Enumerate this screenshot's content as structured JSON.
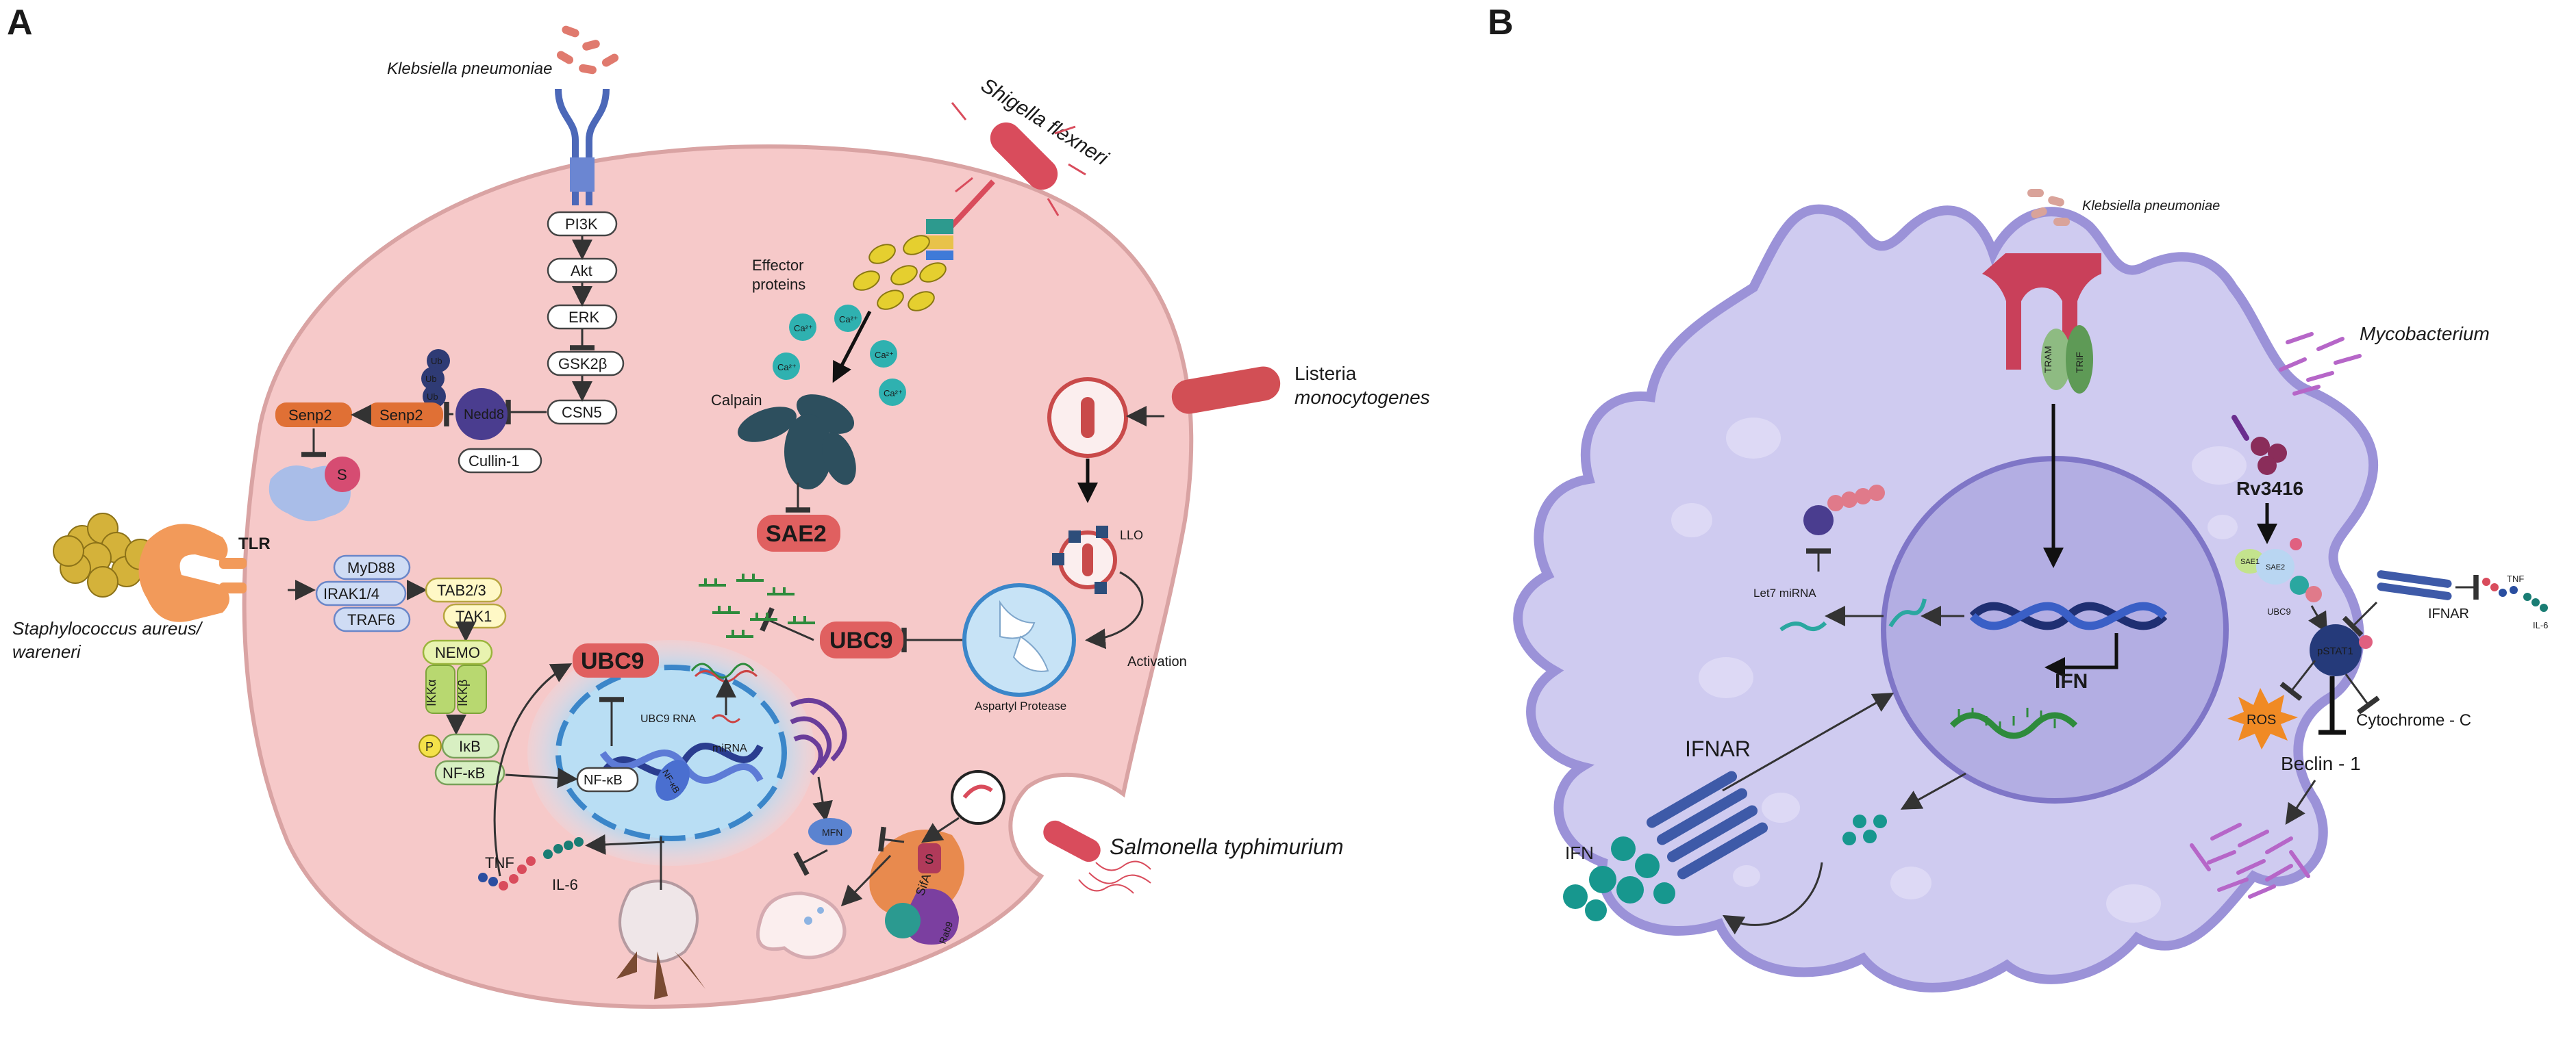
{
  "panel_a": {
    "letter": "A",
    "klebsiella": "Klebsiella pneumoniae",
    "shigella": "Shigella flexneri",
    "listeria_line1": "Listeria",
    "listeria_line2": "monocytogenes",
    "salmonella": "Salmonella typhimurium",
    "staph_line1": "Staphylococcus aureus/",
    "staph_line2": "wareneri",
    "tlr": "TLR",
    "pathway": [
      "PI3K",
      "Akt",
      "ERK",
      "GSK2β",
      "CSN5"
    ],
    "nedd8": "Nedd8",
    "cullin": "Cullin-1",
    "ub": "Ub",
    "senp2_a": "Senp2",
    "senp2_b": "Senp2",
    "s_mark": "S",
    "myd88": "MyD88",
    "irak": "IRAK1/4",
    "traf6": "TRAF6",
    "tab23": "TAB2/3",
    "tak1": "TAK1",
    "nemo": "NEMO",
    "ikka": "IKKα",
    "ikkb": "IKKβ",
    "p_mark": "P",
    "ikb": "IκB",
    "nfkb": "NF-κB",
    "nfkb_nuc": "NF-κB",
    "nfkb_dna": "NF-κB",
    "ubc9_big": "UBC9",
    "ubc9_right": "UBC9",
    "sae2": "SAE2",
    "effector_line1": "Effector",
    "effector_line2": "proteins",
    "calpain": "Calpain",
    "ca": "Ca²⁺",
    "llo": "LLO",
    "activation": "Activation",
    "aspartyl": "Aspartyl Protease",
    "ubc9_rna": "UBC9 RNA",
    "mirna": "miRNA",
    "mfn": "MFN",
    "tnf": "TNF",
    "il6": "IL-6",
    "sifa": "SifA",
    "s_small": "S",
    "rab": "Rab9"
  },
  "panel_b": {
    "letter": "B",
    "klebsiella": "Klebsiella pneumoniae",
    "tram": "TRAM",
    "trif": "TRIF",
    "mycobacterium": "Mycobacterium",
    "rv3416": "Rv3416",
    "sae1": "SAE1",
    "sae2": "SAE2",
    "ubc9": "UBC9",
    "pstat1": "pSTAT1",
    "ifnar_right": "IFNAR",
    "tnf": "TNF",
    "il6": "IL-6",
    "ros": "ROS",
    "cytochrome": "Cytochrome - C",
    "beclin": "Beclin - 1",
    "let7": "Let7 miRNA",
    "ifn_arrow": "IFN",
    "ifnar_left": "IFNAR",
    "ifn_left": "IFN"
  },
  "colors": {
    "cell_a": "#f6c9c9",
    "cell_b": "#cfcbf0",
    "nucleus_b": "#b3aee3",
    "ubc9_red": "#e06060",
    "teal": "#1f9e96",
    "orange": "#e8763c"
  }
}
